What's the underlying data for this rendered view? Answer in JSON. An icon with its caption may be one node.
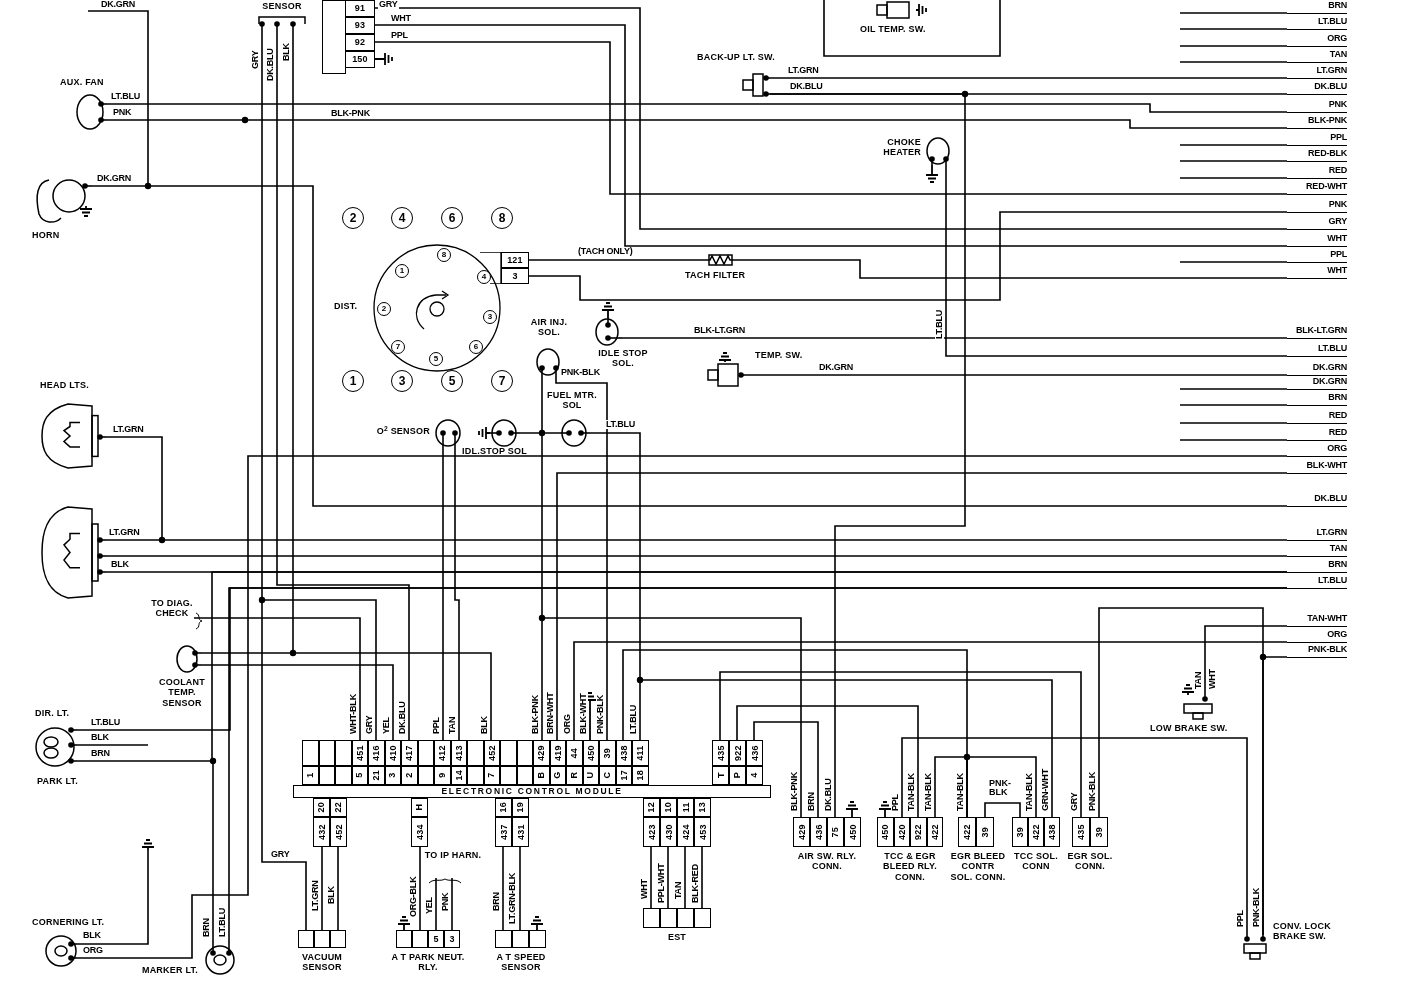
{
  "diagram": {
    "nodes": [
      {
        "text": [
          "SENSOR"
        ]
      },
      {
        "text": [
          "91",
          "93",
          "92",
          "150"
        ]
      },
      {
        "text": [
          "OIL TEMP. SW."
        ]
      },
      {
        "text": [
          "AUX. FAN"
        ]
      },
      {
        "text": [
          "HORN"
        ]
      },
      {
        "text": [
          "HEAD LTS."
        ]
      },
      {
        "text": [],
        "shape": "lamp"
      },
      {
        "text": [
          "BACK-UP LT. SW."
        ]
      },
      {
        "text": [
          "CHOKE HEATER"
        ]
      },
      {
        "text": [
          "DIST.",
          "8",
          "1",
          "4",
          "2",
          "3",
          "7",
          "6",
          "5",
          "121",
          "3"
        ]
      },
      {
        "text": [
          "TACH FILTER"
        ]
      },
      {
        "text": [
          "AIR INJ. SOL."
        ]
      },
      {
        "text": [
          "IDLE STOP SOL."
        ]
      },
      {
        "text": [
          "TEMP. SW."
        ]
      },
      {
        "text": [
          "O$^{2}$ SENSOR"
        ]
      },
      {
        "text": [
          "IDL.STOP SOL"
        ]
      },
      {
        "text": [
          "FUEL MTR. SOL"
        ]
      },
      {
        "text": [
          "TO DIAG. CHECK"
        ]
      },
      {
        "text": [
          "COOLANT TEMP. SENSOR"
        ]
      },
      {
        "text": [
          "DIR. LT.",
          "PARK LT."
        ]
      },
      {
        "text": [
          "CORNERING LT."
        ]
      },
      {
        "text": [
          "MARKER LT."
        ]
      },
      {
        "text": [
          "ELECTRONIC CONTROL MODULE",
          "451",
          "416",
          "410",
          "417",
          "412",
          "413",
          "452",
          "429",
          "419",
          "44",
          "450",
          "39",
          "438",
          "411",
          "435",
          "922",
          "436",
          "1",
          "5",
          "21",
          "3",
          "2",
          "9",
          "14",
          "7",
          "B",
          "G",
          "R",
          "U",
          "C",
          "17",
          "18",
          "T",
          "P",
          "4",
          "20",
          "22",
          "H",
          "16",
          "19",
          "12",
          "10",
          "11",
          "13",
          "432",
          "452",
          "434",
          "437",
          "431",
          "423",
          "430",
          "424",
          "453"
        ]
      },
      {
        "text": [
          "VACUUM SENSOR"
        ]
      },
      {
        "text": [
          "5",
          "3",
          "A T PARK NEUT. RLY."
        ]
      },
      {
        "text": [
          "A T SPEED SENSOR"
        ]
      },
      {
        "text": [
          "EST"
        ]
      },
      {
        "text": [
          "429",
          "436",
          "75",
          "450",
          "AIR SW. RLY. CONN."
        ]
      },
      {
        "text": [
          "450",
          "420",
          "922",
          "422",
          "TCC & EGR BLEED RLY. CONN."
        ]
      },
      {
        "text": [
          "422",
          "39",
          "EGR BLEED CONTR SOL. CONN."
        ]
      },
      {
        "text": [
          "39",
          "422",
          "438",
          "TCC SOL. CONN"
        ]
      },
      {
        "text": [
          "435",
          "39",
          "EGR SOL. CONN."
        ]
      },
      {
        "text": [
          "LOW BRAKE SW."
        ]
      },
      {
        "text": [
          "CONV. LOCK BRAKE SW."
        ]
      },
      {
        "text": [
          "TO IP HARN."
        ]
      },
      {
        "text": [
          "BRN"
        ]
      },
      {
        "text": [
          "LT.BLU"
        ]
      },
      {
        "text": [
          "ORG"
        ]
      },
      {
        "text": [
          "TAN"
        ]
      },
      {
        "text": [
          "LT.GRN"
        ]
      },
      {
        "text": [
          "DK.BLU"
        ]
      },
      {
        "text": [
          "PNK"
        ]
      },
      {
        "text": [
          "BLK-PNK"
        ]
      },
      {
        "text": [
          "PPL"
        ]
      },
      {
        "text": [
          "RED-BLK"
        ]
      },
      {
        "text": [
          "RED"
        ]
      },
      {
        "text": [
          "RED-WHT"
        ]
      },
      {
        "text": [
          "PNK"
        ]
      },
      {
        "text": [
          "GRY"
        ]
      },
      {
        "text": [
          "WHT"
        ]
      },
      {
        "text": [
          "PPL"
        ]
      },
      {
        "text": [
          "WHT"
        ]
      },
      {
        "text": [
          "BLK-LT.GRN"
        ]
      },
      {
        "text": [
          "LT.BLU"
        ]
      },
      {
        "text": [
          "DK.GRN"
        ]
      },
      {
        "text": [
          "DK.GRN"
        ]
      },
      {
        "text": [
          "BRN"
        ]
      },
      {
        "text": [
          "RED"
        ]
      },
      {
        "text": [
          "RED"
        ]
      },
      {
        "text": [
          "ORG"
        ]
      },
      {
        "text": [
          "BLK-WHT"
        ]
      },
      {
        "text": [
          "DK.BLU"
        ]
      },
      {
        "text": [
          "LT.GRN"
        ]
      },
      {
        "text": [
          "TAN"
        ]
      },
      {
        "text": [
          "BRN"
        ]
      },
      {
        "text": [
          "LT.BLU"
        ]
      },
      {
        "text": [
          "TAN-WHT"
        ]
      },
      {
        "text": [
          "ORG"
        ]
      },
      {
        "text": [
          "PNK-BLK"
        ]
      }
    ],
    "edges": [
      {
        "from": 3,
        "to": 41,
        "arrow": "none",
        "label": "LT.BLU"
      },
      {
        "from": 3,
        "to": 42,
        "arrow": "none",
        "label": "PNK"
      },
      {
        "from": 4,
        "to": 61,
        "arrow": "none",
        "label": "DK.GRN"
      },
      {
        "from": 7,
        "to": 39,
        "arrow": "none",
        "label": "LT.GRN"
      },
      {
        "from": 7,
        "to": 40,
        "arrow": "none",
        "label": "DK.BLU"
      },
      {
        "from": 8,
        "to": 53,
        "arrow": "none",
        "label": "LT.BLU"
      },
      {
        "from": 9,
        "to": 10,
        "arrow": "none",
        "label": "(TACH ONLY)"
      },
      {
        "from": 10,
        "to": 51,
        "arrow": "none"
      },
      {
        "from": 9,
        "to": 47,
        "arrow": "none"
      },
      {
        "from": 12,
        "to": 52,
        "arrow": "none",
        "label": "BLK-LT.GRN"
      },
      {
        "from": 13,
        "to": 54,
        "arrow": "none",
        "label": "DK.GRN"
      },
      {
        "from": 11,
        "to": 22,
        "arrow": "none",
        "label": "BLK-PNK"
      },
      {
        "from": 15,
        "to": 16,
        "arrow": "none"
      },
      {
        "from": 11,
        "to": 22,
        "arrow": "none",
        "label": "PNK-BLK"
      },
      {
        "from": 16,
        "to": 22,
        "arrow": "none",
        "label": "LT.BLU"
      },
      {
        "from": 14,
        "to": 22,
        "arrow": "none",
        "label": "PPL"
      },
      {
        "from": 14,
        "to": 22,
        "arrow": "none",
        "label": "TAN"
      },
      {
        "from": 18,
        "to": 22,
        "arrow": "none",
        "label": "BLK"
      },
      {
        "from": 18,
        "to": 22,
        "arrow": "none",
        "label": "YEL"
      },
      {
        "from": 17,
        "to": 22,
        "arrow": "none",
        "label": "WHT-BLK"
      },
      {
        "from": 0,
        "to": 23,
        "arrow": "none",
        "label": "GRY"
      },
      {
        "from": 22,
        "to": 23,
        "arrow": "none",
        "label": "LT.GRN"
      },
      {
        "from": 22,
        "to": 23,
        "arrow": "none",
        "label": "BLK"
      },
      {
        "from": 22,
        "to": 24,
        "arrow": "none",
        "label": "ORG-BLK"
      },
      {
        "from": 34,
        "to": 24,
        "arrow": "none",
        "label": "YEL"
      },
      {
        "from": 34,
        "to": 24,
        "arrow": "none",
        "label": "PNK"
      },
      {
        "from": 22,
        "to": 25,
        "arrow": "none",
        "label": "BRN"
      },
      {
        "from": 22,
        "to": 25,
        "arrow": "none",
        "label": "LT.GRN-BLK"
      },
      {
        "from": 22,
        "to": 26,
        "arrow": "none",
        "label": "WHT"
      },
      {
        "from": 22,
        "to": 26,
        "arrow": "none",
        "label": "PPL-WHT"
      },
      {
        "from": 22,
        "to": 26,
        "arrow": "none",
        "label": "TAN"
      },
      {
        "from": 22,
        "to": 26,
        "arrow": "none",
        "label": "BLK-RED"
      },
      {
        "from": 22,
        "to": 31,
        "arrow": "none",
        "label": "GRY"
      },
      {
        "from": 22,
        "to": 28,
        "arrow": "none",
        "label": "TAN-BLK"
      },
      {
        "from": 22,
        "to": 27,
        "arrow": "none",
        "label": "BRN"
      },
      {
        "from": 27,
        "to": null,
        "arrow": "other",
        "label": "BLK-PNK"
      },
      {
        "from": 7,
        "to": 27,
        "arrow": "none",
        "label": "DK.BLU"
      },
      {
        "from": 28,
        "to": 33,
        "arrow": "none",
        "label": "PPL"
      },
      {
        "from": 68,
        "to": 33,
        "arrow": "none"
      },
      {
        "from": 32,
        "to": 66,
        "arrow": "none"
      },
      {
        "from": 28,
        "to": 29,
        "arrow": "none",
        "label": "TAN-BLK"
      },
      {
        "from": 29,
        "to": 30,
        "arrow": "none",
        "label": "TAN-BLK"
      },
      {
        "from": 29,
        "to": 30,
        "arrow": "none",
        "label": "PNK- BLK"
      },
      {
        "from": 30,
        "to": null,
        "arrow": "other",
        "label": "GRN-WHT"
      },
      {
        "from": 31,
        "to": 33,
        "arrow": "none",
        "label": "PNK-BLK"
      },
      {
        "from": 5,
        "to": null,
        "arrow": "other",
        "label": "LT.GRN"
      },
      {
        "from": 6,
        "to": 62,
        "arrow": "none",
        "label": "LT.GRN"
      },
      {
        "from": 6,
        "to": 64,
        "arrow": "none",
        "label": "BLK"
      },
      {
        "from": 6,
        "to": 63,
        "arrow": "none"
      },
      {
        "from": 19,
        "to": 65,
        "arrow": "none",
        "label": "LT.BLU"
      },
      {
        "from": 19,
        "to": null,
        "arrow": "none",
        "label": "BLK"
      },
      {
        "from": 19,
        "to": 64,
        "arrow": "none",
        "label": "BRN"
      },
      {
        "from": 20,
        "to": null,
        "arrow": "none",
        "label": "BLK"
      },
      {
        "from": 20,
        "to": 59,
        "arrow": "none",
        "label": "ORG"
      },
      {
        "from": 21,
        "to": null,
        "arrow": "other",
        "label": "BRN"
      },
      {
        "from": 21,
        "to": 65,
        "arrow": "none",
        "label": "LT.BLU"
      },
      {
        "from": 0,
        "to": 22,
        "arrow": "none",
        "label": "DK.BLU"
      },
      {
        "from": 0,
        "to": null,
        "arrow": "other",
        "label": "BLK"
      },
      {
        "from": 1,
        "to": 48,
        "arrow": "none",
        "label": "GRY"
      },
      {
        "from": 1,
        "to": 49,
        "arrow": "none",
        "label": "WHT"
      },
      {
        "from": 1,
        "to": 46,
        "arrow": "none",
        "label": "PPL"
      },
      {
        "from": 22,
        "to": 60,
        "arrow": "none",
        "label": "BRN-WHT"
      },
      {
        "from": 22,
        "to": 67,
        "arrow": "none",
        "label": "ORG"
      },
      {
        "from": 22,
        "to": null,
        "arrow": "other",
        "label": "GRY"
      },
      {
        "from": 22,
        "to": 29,
        "arrow": "none"
      },
      {
        "from": null,
        "to": 35,
        "arrow": "none"
      },
      {
        "from": null,
        "to": 36,
        "arrow": "none"
      },
      {
        "from": null,
        "to": 37,
        "arrow": "none"
      },
      {
        "from": null,
        "to": 38,
        "arrow": "none"
      },
      {
        "from": null,
        "to": 43,
        "arrow": "none"
      },
      {
        "from": null,
        "to": 44,
        "arrow": "none"
      },
      {
        "from": null,
        "to": 45,
        "arrow": "none"
      },
      {
        "from": null,
        "to": 50,
        "arrow": "none"
      },
      {
        "from": null,
        "to": 55,
        "arrow": "none"
      },
      {
        "from": null,
        "to": 56,
        "arrow": "none"
      },
      {
        "from": null,
        "to": 57,
        "arrow": "none"
      },
      {
        "from": null,
        "to": 58,
        "arrow": "none"
      }
    ],
    "labels": [
      "DK.GRN",
      "GRY",
      "DK.BLU",
      "BLK-PNK",
      "2",
      "4",
      "6",
      "8",
      "1",
      "3",
      "5",
      "7",
      "BLK-WHT",
      "PNK-BLK",
      "LT.BLU",
      "TAN-BLK",
      "TAN",
      "WHT",
      "PPL",
      "PNK-BLK"
    ]
  }
}
